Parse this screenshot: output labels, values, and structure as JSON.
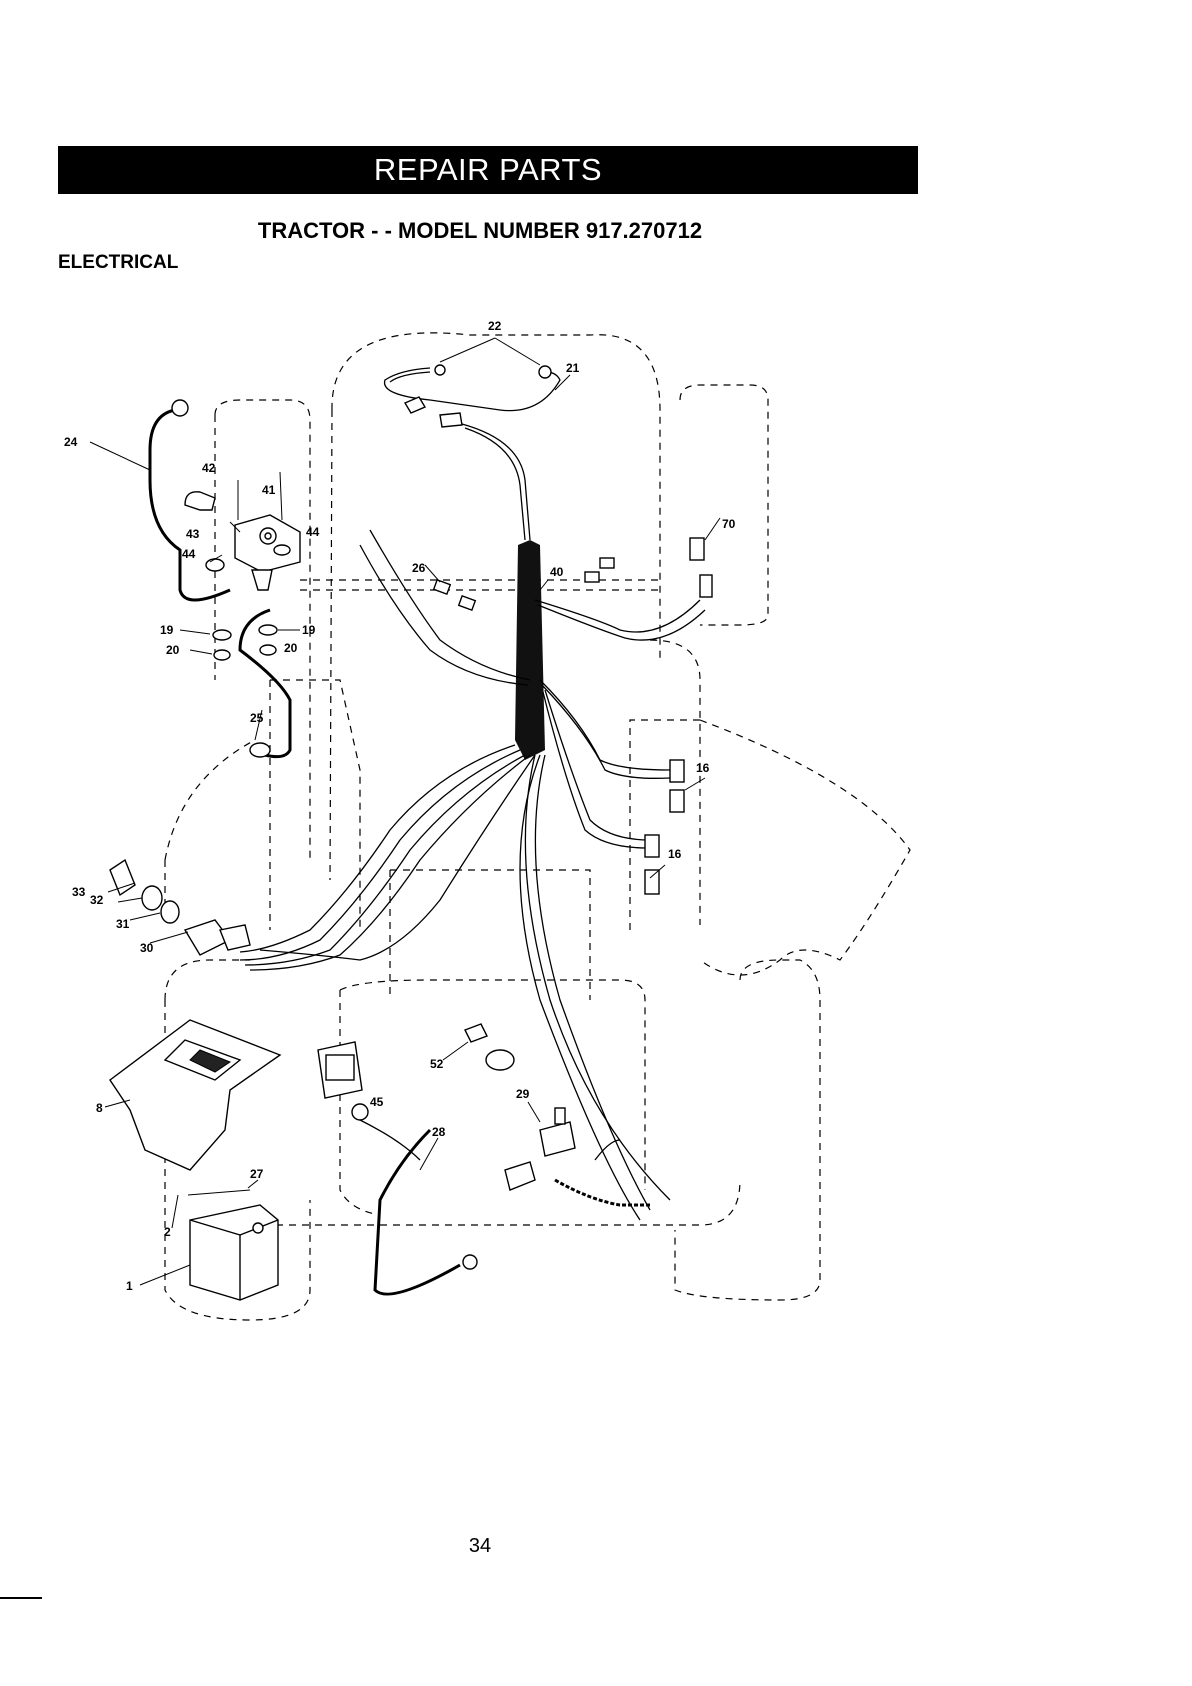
{
  "header": {
    "banner": "REPAIR PARTS",
    "subtitle": "TRACTOR - - MODEL NUMBER 917.270712",
    "section": "ELECTRICAL"
  },
  "callouts": {
    "c1": "1",
    "c2": "2",
    "c8": "8",
    "c16a": "16",
    "c16b": "16",
    "c19a": "19",
    "c19b": "19",
    "c20a": "20",
    "c20b": "20",
    "c21": "21",
    "c22": "22",
    "c24": "24",
    "c25": "25",
    "c26": "26",
    "c27": "27",
    "c28": "28",
    "c29": "29",
    "c30": "30",
    "c31": "31",
    "c32": "32",
    "c33": "33",
    "c40": "40",
    "c41": "41",
    "c42": "42",
    "c43": "43",
    "c44a": "44",
    "c44b": "44",
    "c45": "45",
    "c52": "52",
    "c70": "70"
  },
  "footer": {
    "page_number": "34"
  }
}
